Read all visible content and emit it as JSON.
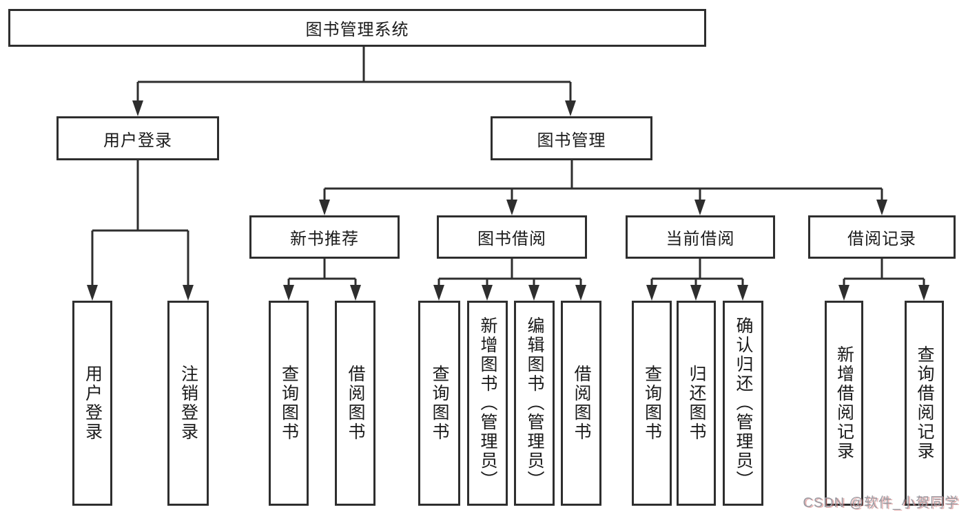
{
  "diagram": {
    "root": {
      "label": "图书管理系统"
    },
    "branches": [
      {
        "label": "用户登录",
        "children": [
          {
            "label": "用户登录"
          },
          {
            "label": "注销登录"
          }
        ]
      },
      {
        "label": "图书管理",
        "children": [
          {
            "label": "新书推荐",
            "children": [
              {
                "label": "查询图书"
              },
              {
                "label": "借阅图书"
              }
            ]
          },
          {
            "label": "图书借阅",
            "children": [
              {
                "label": "查询图书"
              },
              {
                "label": "新增图书（管理员）"
              },
              {
                "label": "编辑图书（管理员）"
              },
              {
                "label": "借阅图书"
              }
            ]
          },
          {
            "label": "当前借阅",
            "children": [
              {
                "label": "查询图书"
              },
              {
                "label": "归还图书"
              },
              {
                "label": "确认归还（管理员）"
              }
            ]
          },
          {
            "label": "借阅记录",
            "children": [
              {
                "label": "新增借阅记录"
              },
              {
                "label": "查询借阅记录"
              }
            ]
          }
        ]
      }
    ],
    "watermark": "CSDN @软件_小贺同学",
    "colors": {
      "line": "#2e2e2e",
      "box_border": "#2e2e2e",
      "text": "#1a1a1a",
      "background": "#ffffff",
      "watermark_gray": "#9b9ba2",
      "watermark_red": "#d67575"
    }
  }
}
